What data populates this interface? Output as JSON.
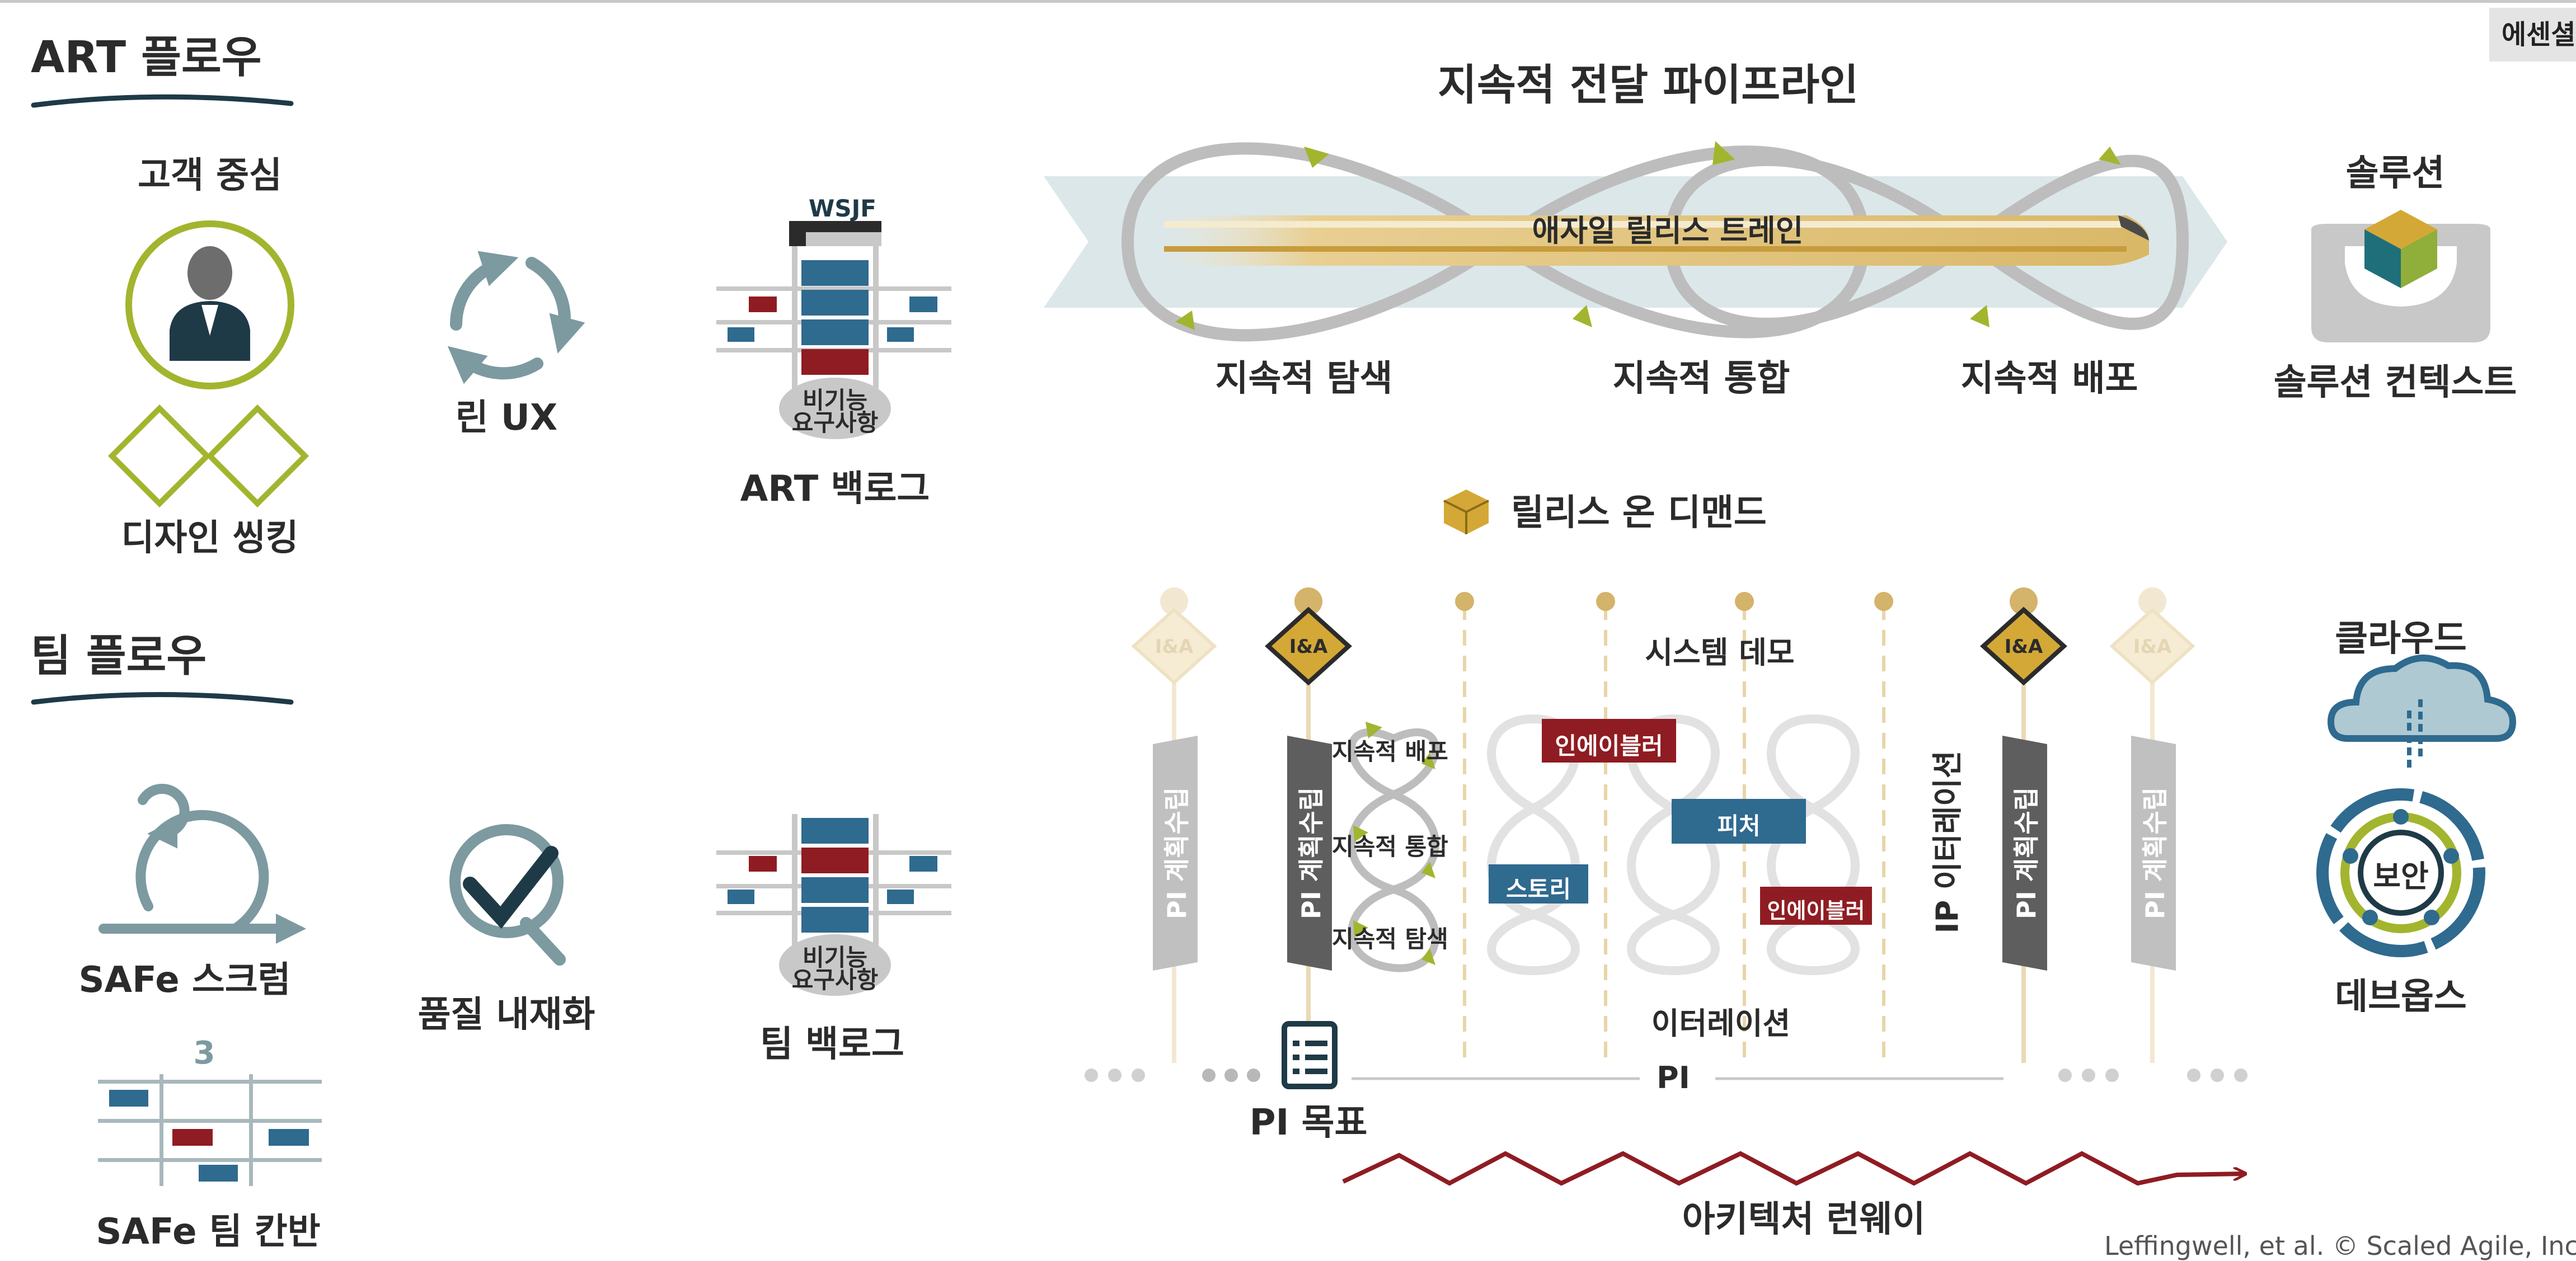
{
  "top_tag": "에센셜",
  "art_flow": {
    "title": "ART 플로우",
    "customer_centric": "고객 중심",
    "design_thinking": "디자인 씽킹",
    "lean_ux": "린 UX",
    "wsjf": "WSJF",
    "nfr_line1": "비기능",
    "nfr_line2": "요구사항",
    "art_backlog": "ART 백로그"
  },
  "team_flow": {
    "title": "팀 플로우",
    "safe_scrum": "SAFe 스크럼",
    "kanban_number": "3",
    "safe_team_kanban": "SAFe 팀 칸반",
    "built_in_quality": "품질 내재화",
    "nfr_line1": "비기능",
    "nfr_line2": "요구사항",
    "team_backlog": "팀 백로그"
  },
  "pipeline": {
    "title": "지속적 전달 파이프라인",
    "train": "애자일 릴리스 트레인",
    "exploration": "지속적 탐색",
    "integration": "지속적 통합",
    "deployment": "지속적 배포"
  },
  "solution": {
    "title": "솔루션",
    "context": "솔루션 컨텍스트"
  },
  "release_on_demand": "릴리스 온 디맨드",
  "pi": {
    "ia_label": "I&A",
    "pi_planning": "PI 계획수립",
    "mini_deployment": "지속적 배포",
    "mini_integration": "지속적 통합",
    "mini_exploration": "지속적 탐색",
    "system_demo": "시스템 데모",
    "enabler_top": "인에이블러",
    "feature": "피처",
    "story": "스토리",
    "enabler_small": "인에이블러",
    "ip_iteration": "IP 이터레이션",
    "iteration": "이터레이션",
    "pi_objectives": "PI 목표",
    "pi": "PI",
    "architectural_runway": "아키텍처 런웨이"
  },
  "cloud": "클라우드",
  "security": "보안",
  "devops": "데브옵스",
  "credit": "Leffingwell, et al. © Scaled Agile, Inc.",
  "colors": {
    "dark_navy": "#1f3a47",
    "blue": "#2f6a8f",
    "red": "#8f1c22",
    "lime": "#a3b52e",
    "gold": "#d4b36a",
    "teal_gray": "#7c9aa0",
    "light_teal": "#dce7ea"
  }
}
